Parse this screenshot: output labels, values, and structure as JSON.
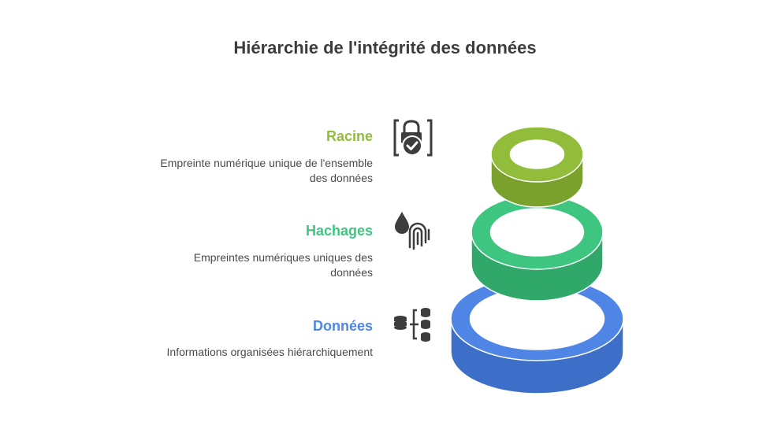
{
  "title": "Hiérarchie de l'intégrité des données",
  "levels": [
    {
      "heading": "Racine",
      "desc_line1": "Empreinte numérique unique de l'ensemble",
      "desc_line2": "des données",
      "color": "#92bd3a",
      "color_dark": "#7aa12c",
      "icon": "lock-check-icon"
    },
    {
      "heading": "Hachages",
      "desc_line1": "Empreintes numériques uniques des",
      "desc_line2": "données",
      "color": "#3ec680",
      "color_dark": "#2fa86a",
      "icon": "drop-fingerprint-icon"
    },
    {
      "heading": "Données",
      "desc_line1": "Informations organisées hiérarchiquement",
      "desc_line2": "",
      "color": "#4f86e6",
      "color_dark": "#3d6fc9",
      "icon": "database-tree-icon"
    }
  ]
}
